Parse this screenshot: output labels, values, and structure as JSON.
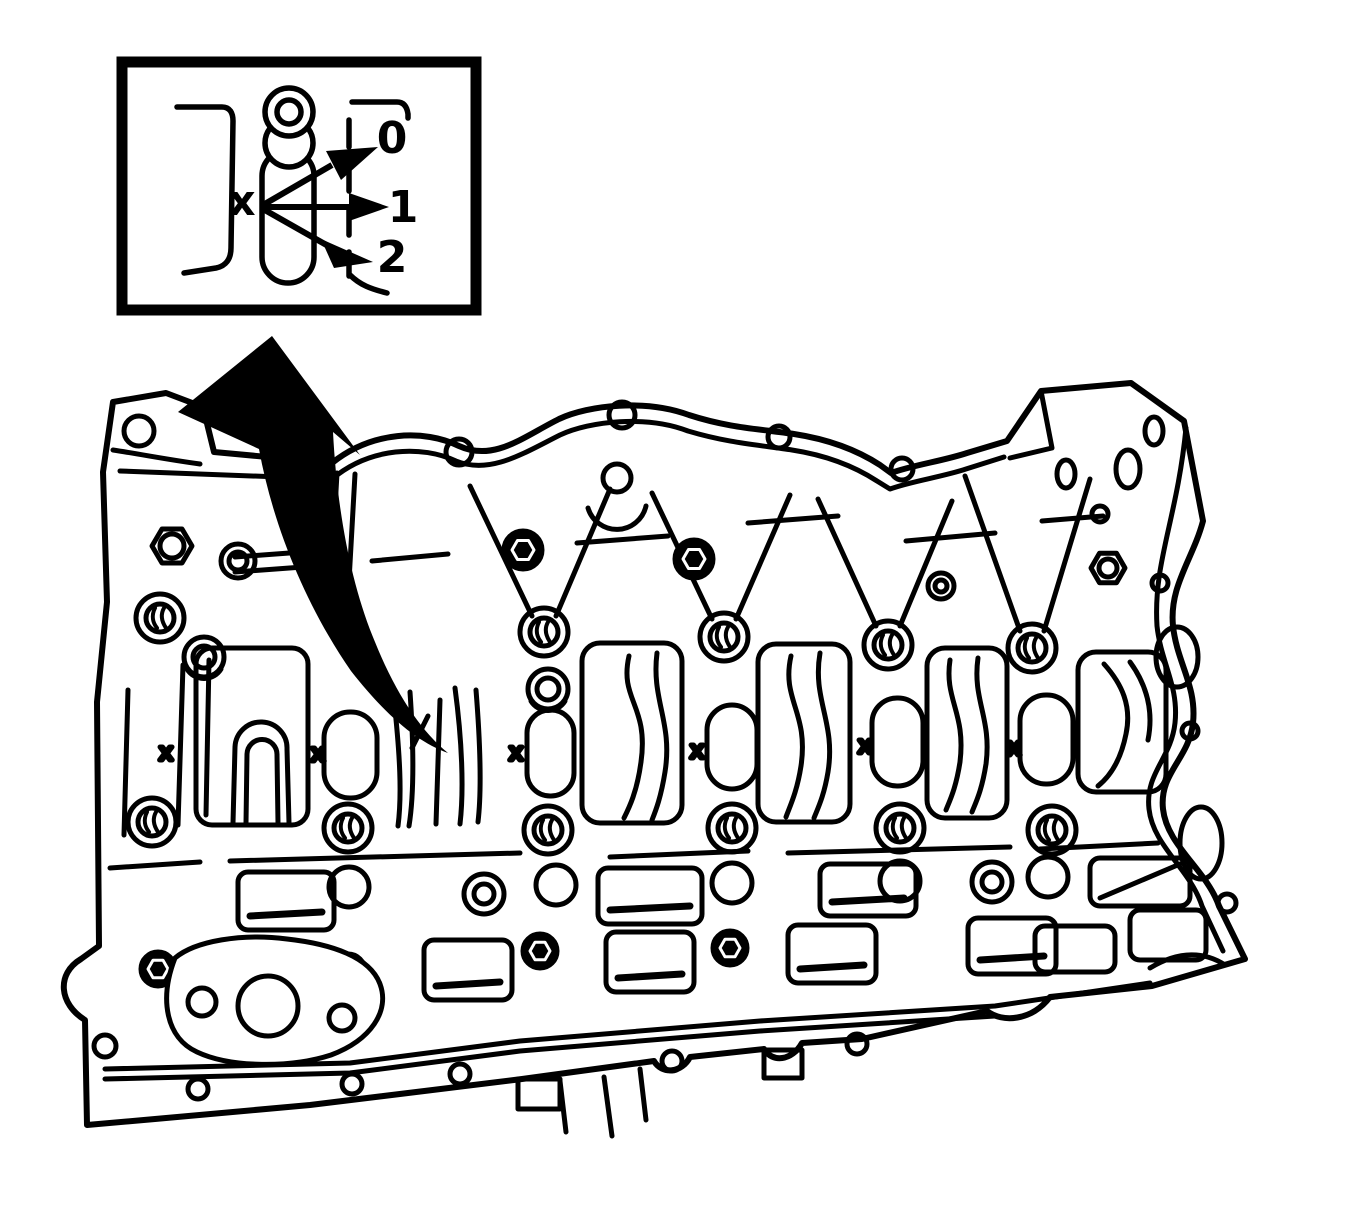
{
  "page": {
    "background": "#ffffff",
    "ink": "#000000",
    "kind": "engine-block-bearing-size-mark-location-illustration"
  },
  "inset": {
    "marker_label": "x",
    "codes": [
      "0",
      "1",
      "2"
    ]
  },
  "block": {
    "x_marks": [
      "x",
      "x",
      "x",
      "x",
      "x",
      "x"
    ]
  }
}
